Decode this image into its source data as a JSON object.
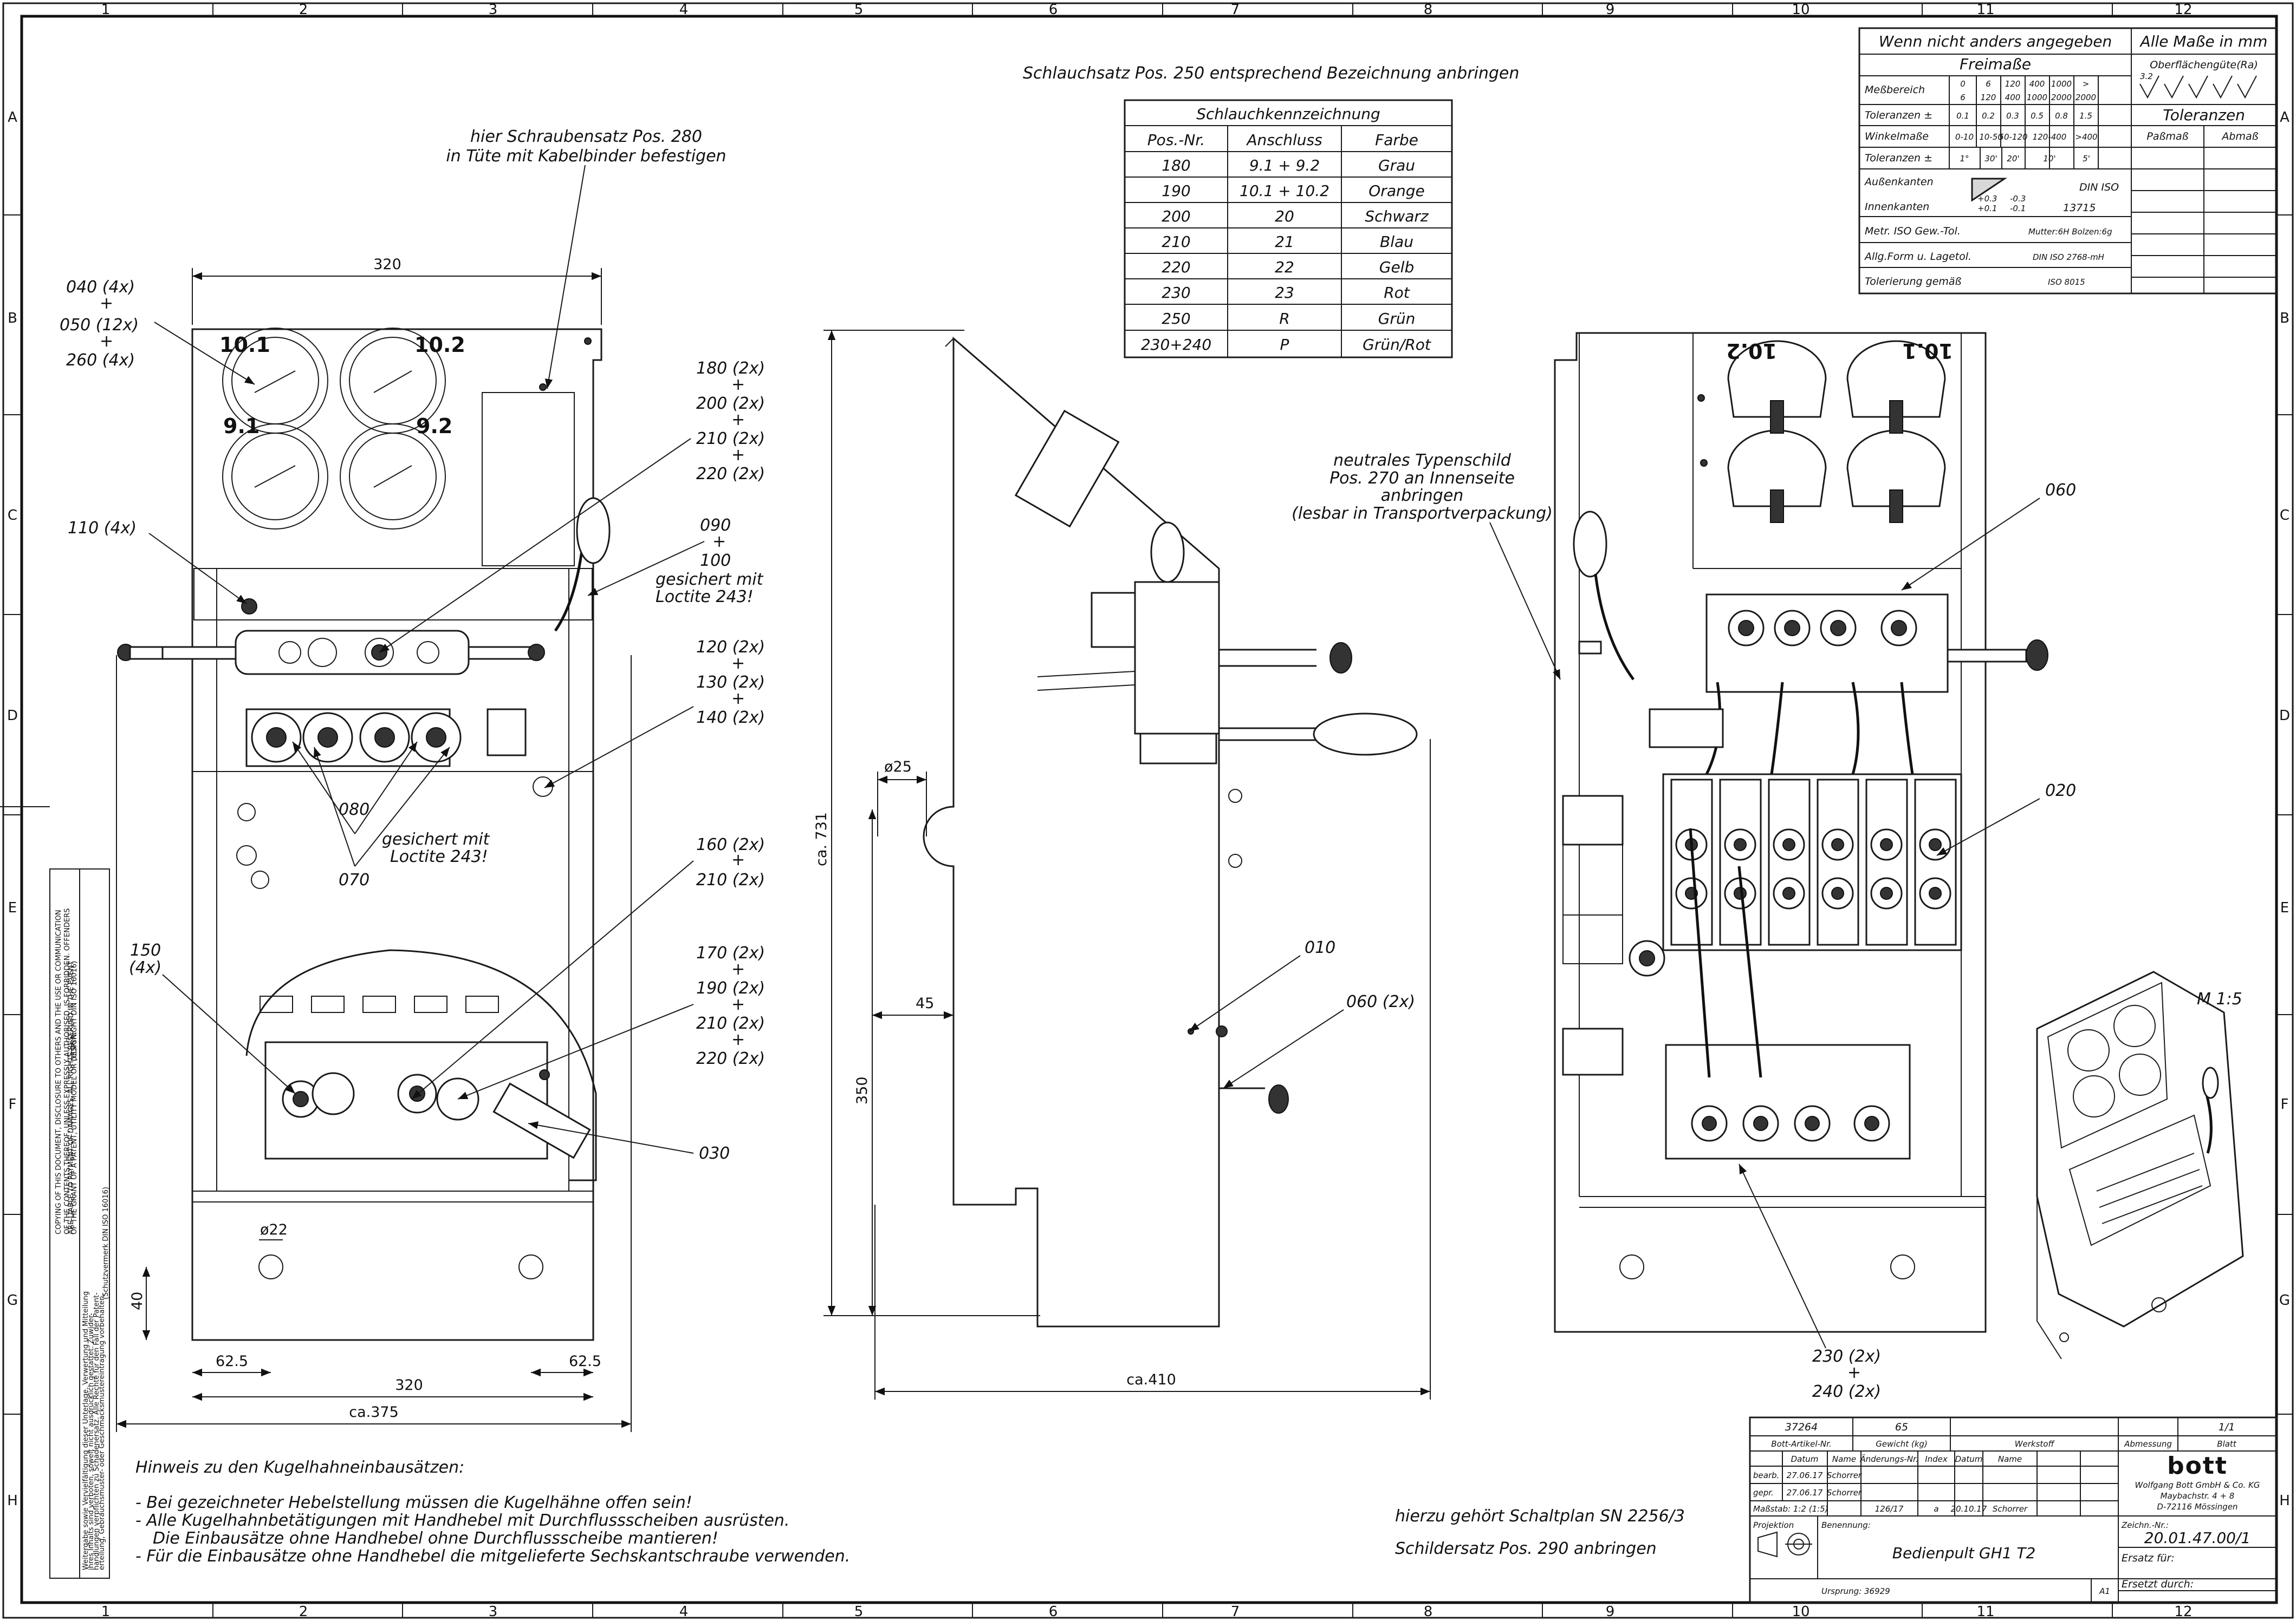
{
  "frame": {
    "columns": [
      "1",
      "2",
      "3",
      "4",
      "5",
      "6",
      "7",
      "8",
      "9",
      "10",
      "11",
      "12"
    ],
    "rows": [
      "A",
      "B",
      "C",
      "D",
      "E",
      "F",
      "G",
      "H"
    ]
  },
  "notes": {
    "hose_label_note": "Schlauchsatz Pos. 250 entsprechend Bezeichnung anbringen",
    "screw_set_l1": "hier Schraubensatz Pos. 280",
    "screw_set_l2": "in Tüte mit Kabelbinder befestigen",
    "nameplate_l1": "neutrales Typenschild",
    "nameplate_l2": "Pos. 270 an Innenseite",
    "nameplate_l3": "anbringen",
    "nameplate_l4": "(lesbar in Transportverpackung)",
    "hint_title": "Hinweis zu den Kugelhahneinbausätzen:",
    "hint_1": "- Bei gezeichneter Hebelstellung müssen die Kugelhähne offen sein!",
    "hint_2": "- Alle Kugelhahnbetätigungen mit Handhebel mit Durchflussscheiben ausrüsten.",
    "hint_3": "Die Einbausätze ohne Handhebel ohne Durchflussscheibe mantieren!",
    "hint_4": "- Für die Einbausätze ohne Handhebel die mitgelieferte Sechskantschraube verwenden.",
    "circuit": "hierzu gehört Schaltplan SN 2256/3",
    "signs": "Schildersatz Pos. 290 anbringen",
    "scale_iso": "M 1:5"
  },
  "hose_table": {
    "title": "Schlauchkennzeichnung",
    "headers": [
      "Pos.-Nr.",
      "Anschluss",
      "Farbe"
    ],
    "rows": [
      [
        "180",
        "9.1 + 9.2",
        "Grau"
      ],
      [
        "190",
        "10.1 + 10.2",
        "Orange"
      ],
      [
        "200",
        "20",
        "Schwarz"
      ],
      [
        "210",
        "21",
        "Blau"
      ],
      [
        "220",
        "22",
        "Gelb"
      ],
      [
        "230",
        "23",
        "Rot"
      ],
      [
        "250",
        "R",
        "Grün"
      ],
      [
        "230+240",
        "P",
        "Grün/Rot"
      ]
    ]
  },
  "callouts": {
    "c040": "040 (4x)",
    "c050": "050 (12x)",
    "c260": "260 (4x)",
    "plus": "+",
    "c110": "110 (4x)",
    "c180": "180 (2x)",
    "c200": "200 (2x)",
    "c210": "210 (2x)",
    "c220": "220 (2x)",
    "c090": "090",
    "c100": "100",
    "loc_l1": "gesichert mit",
    "loc_l2": "Loctite 243!",
    "c120": "120 (2x)",
    "c130": "130 (2x)",
    "c140": "140 (2x)",
    "c080": "080",
    "c070": "070",
    "loc2_l1": "gesichert mit",
    "loc2_l2": "Loctite 243!",
    "c160": "160 (2x)",
    "c170": "170 (2x)",
    "c190": "190 (2x)",
    "c150": "150",
    "c150b": "(4x)",
    "c030": "030",
    "c010": "010",
    "c060b": "060 (2x)",
    "c060": "060",
    "c020": "020",
    "c230": "230 (2x)",
    "c240": "240 (2x)"
  },
  "gauges": {
    "g101": "10.1",
    "g102": "10.2",
    "g91": "9.1",
    "g92": "9.2"
  },
  "dimensions": {
    "d320_top": "320",
    "d320_bot": "320",
    "d375": "ca.375",
    "d625l": "62.5",
    "d625r": "62.5",
    "d40": "40",
    "d22": "ø22",
    "d25": "ø25",
    "d45": "45",
    "d350": "350",
    "d731": "ca. 731",
    "d410": "ca.410"
  },
  "tolerance": {
    "header_l": "Wenn nicht anders angegeben",
    "header_r": "Alle Maße in mm",
    "freimasse": "Freimaße",
    "surface": "Oberflächengüte(Ra)",
    "surface_val": "3.2",
    "messbereich": "Meßbereich",
    "ranges_top": [
      "0",
      "6",
      "120",
      "400",
      "1000",
      ">"
    ],
    "ranges_bot": [
      "6",
      "120",
      "400",
      "1000",
      "2000",
      "2000"
    ],
    "toleranzen": "Toleranzen ±",
    "tol_vals": [
      "0.1",
      "0.2",
      "0.3",
      "0.5",
      "0.8",
      "1.5"
    ],
    "toleranzen_hdr": "Toleranzen",
    "passmass": "Paßmaß",
    "abmass": "Abmaß",
    "winkelmasse": "Winkelmaße",
    "wk_ranges": [
      "0-10",
      "10-50",
      "50-120",
      "120-400",
      ">400"
    ],
    "wk_tol": [
      "1°",
      "30'",
      "20'",
      "10'",
      "5'"
    ],
    "aussenkanten": "Außenkanten",
    "innenkanten": "Innenkanten",
    "edge_a1": "+0.3",
    "edge_a2": "+0.1",
    "edge_i1": "-0.3",
    "edge_i2": "-0.1",
    "din_iso": "DIN ISO",
    "din_no": "13715",
    "metr": "Metr. ISO Gew.-Tol.",
    "metr_val": "Mutter:6H  Bolzen:6g",
    "allg": "Allg.Form u. Lagetol.",
    "allg_val": "DIN ISO 2768-mH",
    "toler": "Tolerierung gemäß",
    "toler_val": "ISO 8015"
  },
  "title_block": {
    "artikel_val": "37264",
    "gewicht_val": "65",
    "blatt_val": "1/1",
    "artikel_lbl": "Bott-Artikel-Nr.",
    "gewicht_lbl": "Gewicht (kg)",
    "werkstoff_lbl": "Werkstoff",
    "abmessung_lbl": "Abmessung",
    "blatt_lbl": "Blatt",
    "datum_lbl": "Datum",
    "name_lbl": "Name",
    "aend_lbl": "Änderungs-Nr.",
    "index_lbl": "Index",
    "datum2_lbl": "Datum",
    "name2_lbl": "Name",
    "bearb_lbl": "bearb.",
    "bearb_date": "27.06.17",
    "bearb_name": "Schorrer",
    "gepr_lbl": "gepr.",
    "gepr_date": "27.06.17",
    "gepr_name": "Schorrer",
    "massstab": "Maßstab: 1:2 (1:5)",
    "aend_val": "126/17",
    "index_val": "a",
    "aend_date": "20.10.17",
    "aend_name": "Schorrer",
    "logo": "bott",
    "company_1": "Wolfgang Bott GmbH & Co. KG",
    "company_2": "Maybachstr. 4 + 8",
    "company_3": "D-72116 Mössingen",
    "projektion_lbl": "Projektion",
    "benennung_lbl": "Benennung:",
    "benennung_val": "Bedienpult GH1 T2",
    "zeichn_lbl": "Zeichn.-Nr.:",
    "zeichn_val": "20.01.47.00/1",
    "ursprung": "Ursprung: 36929",
    "format": "A1",
    "ersatz_fuer": "Ersatz für:",
    "ersatz_durch": "Ersetzt durch:"
  },
  "sidebar": {
    "copyright_1": "COPYING OF THIS DOCUMENT, DISCLOSURE TO OTHERS AND THE USE OR COMMUNICATION",
    "copyright_2": "OF THE CONTENTS THEREOF, UNLESS EXPRESSLY AUTHORISED, IS FORBIDDEN. OFFENDERS",
    "copyright_3": "ARE LIABLE TO PAYMENT OF DAMAGES. ALL RIGHTS RESERVED IN THE EVENT",
    "copyright_4": "OF THE GRANT OF A PATENT, UTILITY MODEL OR DESIGN.",
    "copyright_5": "(COPYRIGHT DIN ISO 16016)",
    "schutz_1": "Weitergabe sowie Vervielfältigung dieser Unterlage, Verwertung und Mitteilung",
    "schutz_2": "ihres Inhalts sind verboten, soweit nicht ausdrücklich gestattet. Zuwider-",
    "schutz_3": "handlungen verpflichten zu Schadenersatz. Alle Rechte für den Fall der Patent-",
    "schutz_4": "erteilung, Gebrauchsmuster- oder Geschmacksmustereintragung vorbehalten.",
    "schutz_5": "(Schutzvermerk DIN ISO 16016)"
  }
}
